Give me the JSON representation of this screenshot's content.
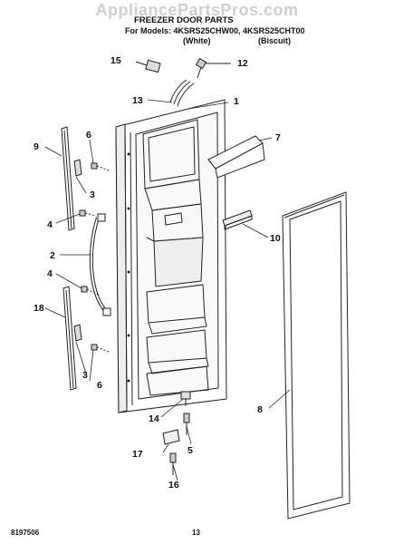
{
  "header": {
    "watermark": "AppliancePartsPros.com",
    "title": "FREEZER DOOR PARTS",
    "models_line": "For Models: 4KSRS25CHW00, 4KSRS25CHT00",
    "color_white": "(White)",
    "color_biscuit": "(Biscuit)"
  },
  "callouts": [
    "1",
    "2",
    "3",
    "3",
    "4",
    "4",
    "5",
    "6",
    "6",
    "7",
    "8",
    "9",
    "10",
    "12",
    "13",
    "14",
    "15",
    "16",
    "17",
    "18"
  ],
  "footer": {
    "doc_number": "8197506",
    "page_number": "13"
  }
}
